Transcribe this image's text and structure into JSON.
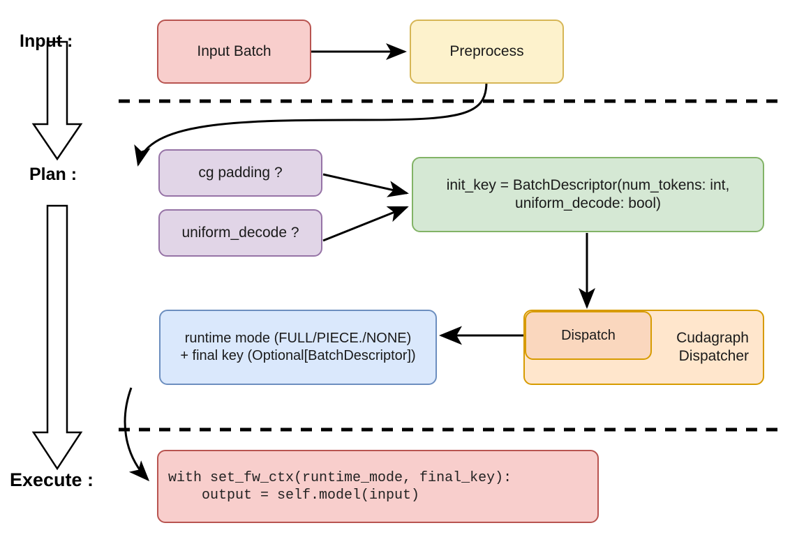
{
  "diagram": {
    "title": "vLLM cudagraph dispatch pipeline",
    "stages": [
      {
        "id": "input",
        "label": "Input :"
      },
      {
        "id": "plan",
        "label": "Plan :"
      },
      {
        "id": "execute",
        "label": "Execute :"
      }
    ],
    "nodes": {
      "input_batch": {
        "label": "Input Batch",
        "fill": "#f8cecc",
        "stroke": "#b85450"
      },
      "preprocess": {
        "label": "Preprocess",
        "fill": "#fdf2cc",
        "stroke": "#d6b656"
      },
      "cg_padding": {
        "label": "cg padding ?",
        "fill": "#e1d5e7",
        "stroke": "#9673a6"
      },
      "uniform_decode": {
        "label": "uniform_decode ?",
        "fill": "#e1d5e7",
        "stroke": "#9673a6"
      },
      "init_key": {
        "line1": "init_key = BatchDescriptor(num_tokens: int,",
        "line2": "uniform_decode: bool)",
        "fill": "#d5e8d4",
        "stroke": "#82b366"
      },
      "runtime_mode": {
        "line1": "runtime mode (FULL/PIECE./NONE)",
        "line2": "+ final key (Optional[BatchDescriptor])",
        "fill": "#dae8fc",
        "stroke": "#6c8ebf"
      },
      "cudagraph_dispatcher": {
        "line1": "Cudagraph",
        "line2": "Dispatcher",
        "fill": "#ffe6cc",
        "stroke": "#d79b00"
      },
      "dispatch": {
        "label": "Dispatch",
        "fill": "#fad7be",
        "stroke": "#d79b00"
      },
      "execute_code": {
        "line1": "with set_fw_ctx(runtime_mode, final_key):",
        "line2": "    output = self.model(input)",
        "fill": "#f8cecc",
        "stroke": "#b85450"
      }
    },
    "separators": [
      {
        "id": "input-plan-divider"
      },
      {
        "id": "plan-execute-divider"
      }
    ],
    "flow_arrows": [
      {
        "id": "input-batch-to-preprocess"
      },
      {
        "id": "preprocess-to-cg-padding"
      },
      {
        "id": "cg-padding-to-init-key"
      },
      {
        "id": "uniform-decode-to-init-key"
      },
      {
        "id": "init-key-to-dispatch"
      },
      {
        "id": "dispatch-to-runtime-mode"
      },
      {
        "id": "runtime-mode-to-execute-code"
      }
    ],
    "stage_arrows": [
      {
        "id": "input-to-plan-big-arrow"
      },
      {
        "id": "plan-to-execute-big-arrow"
      }
    ]
  }
}
